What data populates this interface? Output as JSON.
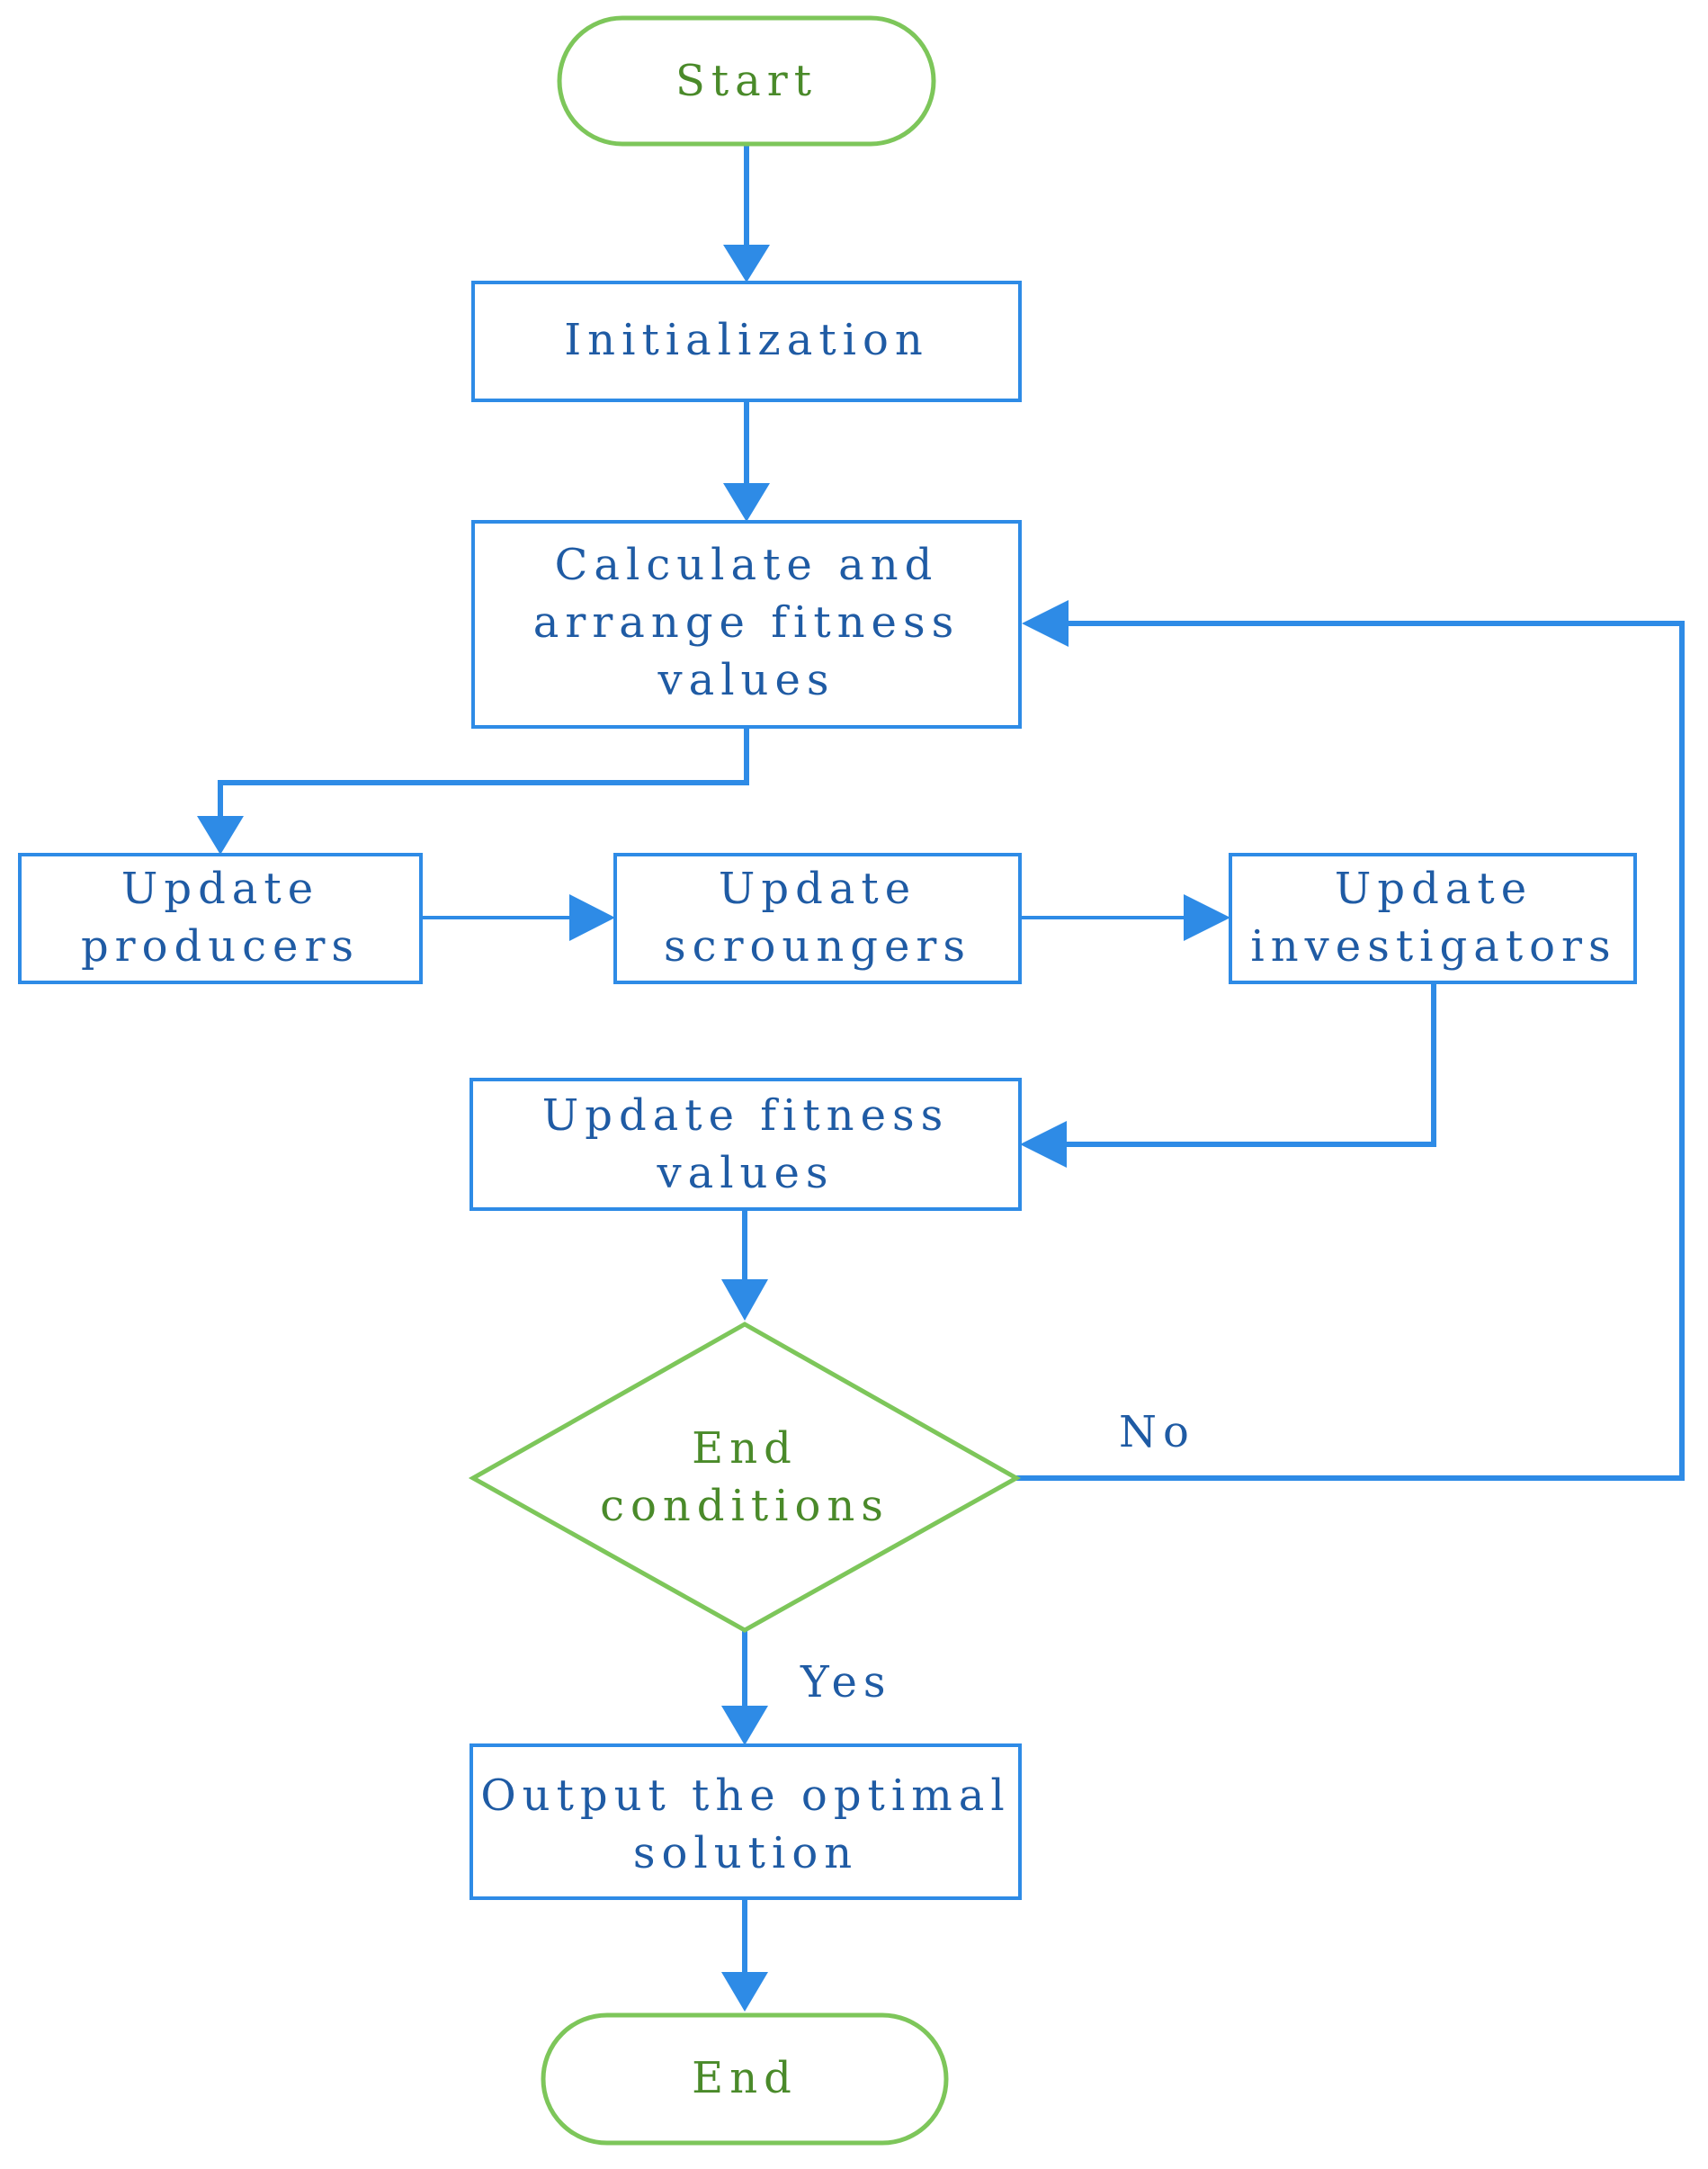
{
  "colors": {
    "process_border": "#2E8BE6",
    "terminal_border": "#7DC65A",
    "process_text": "#1F5BA4",
    "terminal_text": "#4A8A2A",
    "connector": "#2E8BE6"
  },
  "nodes": {
    "start": {
      "label": "Start"
    },
    "initialization": {
      "label": "Initialization"
    },
    "calculate": {
      "lines": [
        "Calculate and",
        "arrange fitness",
        "values"
      ]
    },
    "producers": {
      "lines": [
        "Update",
        "producers"
      ]
    },
    "scroungers": {
      "lines": [
        "Update",
        "scroungers"
      ]
    },
    "investigators": {
      "lines": [
        "Update",
        "investigators"
      ]
    },
    "update_fitness": {
      "lines": [
        "Update fitness",
        "values"
      ]
    },
    "end_conditions": {
      "lines": [
        "End",
        "conditions"
      ]
    },
    "output": {
      "lines": [
        "Output the optimal",
        "solution"
      ]
    },
    "end": {
      "label": "End"
    }
  },
  "edge_labels": {
    "no": "No",
    "yes": "Yes"
  }
}
